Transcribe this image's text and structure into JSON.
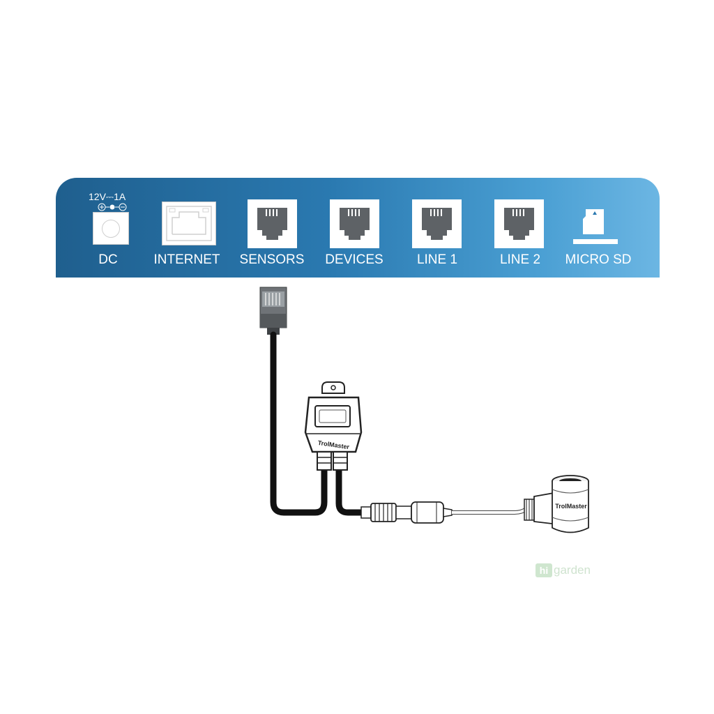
{
  "panel": {
    "ports": [
      {
        "id": "dc",
        "label": "DC"
      },
      {
        "id": "internet",
        "label": "INTERNET"
      },
      {
        "id": "sensors",
        "label": "SENSORS"
      },
      {
        "id": "devices",
        "label": "DEVICES"
      },
      {
        "id": "line1",
        "label": "LINE 1"
      },
      {
        "id": "line2",
        "label": "LINE 2"
      },
      {
        "id": "microsd",
        "label": "MICRO SD"
      }
    ],
    "dc_rating": "12V⎓1A",
    "colors": {
      "panel_dark": "#1f5f8e",
      "panel_light": "#6cb6e3",
      "label": "#ffffff",
      "cable": "#111111"
    }
  },
  "hub_brand": "TrolMaster",
  "sensor_brand": "TrolMaster",
  "watermark": {
    "hi": "hi",
    "garden": "garden"
  }
}
